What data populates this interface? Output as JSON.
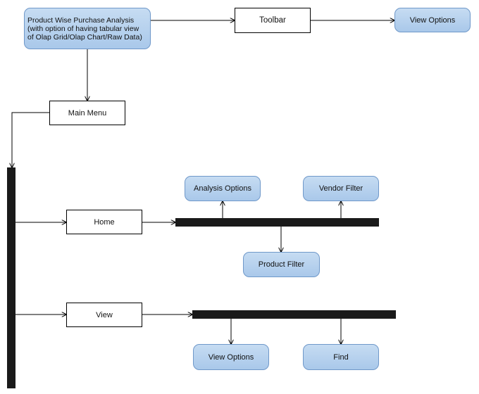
{
  "diagram": {
    "root": {
      "lines": [
        "Product Wise Purchase Analysis",
        "(with option of having tabular view",
        "of Olap Grid/Olap Chart/Raw Data)"
      ]
    },
    "toolbar": {
      "label": "Toolbar"
    },
    "toolbar_view_options": {
      "label": "View Options"
    },
    "main_menu": {
      "label": "Main Menu"
    },
    "home": {
      "label": "Home"
    },
    "analysis_options": {
      "label": "Analysis Options"
    },
    "vendor_filter": {
      "label": "Vendor Filter"
    },
    "product_filter": {
      "label": "Product Filter"
    },
    "view": {
      "label": "View"
    },
    "view_options": {
      "label": "View Options"
    },
    "find": {
      "label": "Find"
    }
  },
  "colors": {
    "rounded_fill_top": "#c6dcf2",
    "rounded_fill_bottom": "#a9c8ea",
    "rounded_border": "#6f98c9",
    "bar": "#1a1a1a",
    "line": "#000000"
  }
}
